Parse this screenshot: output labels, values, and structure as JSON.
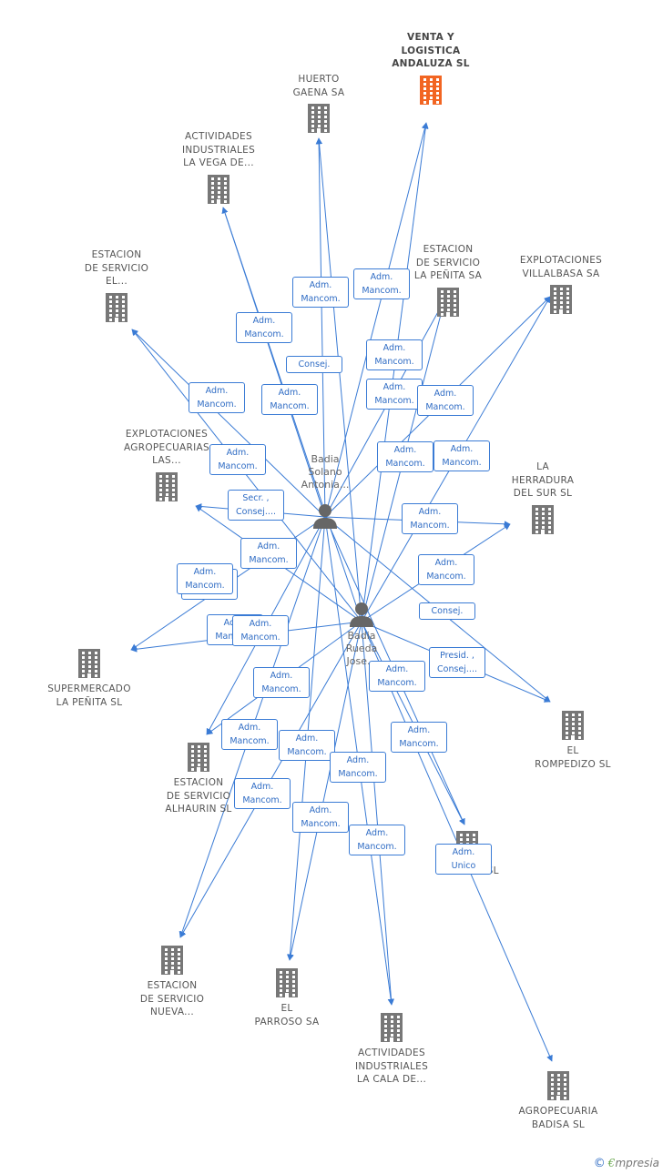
{
  "companies": [
    {
      "id": "venta",
      "label": "VENTA Y\nLOGISTICA\nANDALUZA  SL",
      "highlight": true,
      "color": "#f26522"
    },
    {
      "id": "huerto",
      "label": "HUERTO\nGAENA SA",
      "color": "#777777"
    },
    {
      "id": "actividades_vega",
      "label": "ACTIVIDADES\nINDUSTRIALES\nLA VEGA DE...",
      "color": "#777777"
    },
    {
      "id": "estacion_el",
      "label": "ESTACION\nDE SERVICIO\nEL...",
      "color": "#777777"
    },
    {
      "id": "estacion_penita",
      "label": "ESTACION\nDE SERVICIO\nLA PEÑITA SA",
      "color": "#777777"
    },
    {
      "id": "villalbasa",
      "label": "EXPLOTACIONES\nVILLALBASA SA",
      "color": "#777777"
    },
    {
      "id": "agro_las",
      "label": "EXPLOTACIONES\nAGROPECUARIAS\nLAS...",
      "color": "#777777"
    },
    {
      "id": "herradura",
      "label": "LA\nHERRADURA\nDEL SUR SL",
      "color": "#777777"
    },
    {
      "id": "supermercado",
      "label": "SUPERMERCADO\nLA PEÑITA SL",
      "color": "#777777"
    },
    {
      "id": "rompedizo",
      "label": "EL\nROMPEDIZO SL",
      "color": "#777777"
    },
    {
      "id": "alhaurin",
      "label": "ESTACION\nDE SERVICIO\nALHAURIN SL",
      "color": "#777777"
    },
    {
      "id": "ventilla",
      "label": "VENTILLA SL",
      "color": "#777777"
    },
    {
      "id": "nueva",
      "label": "ESTACION\nDE SERVICIO\nNUEVA...",
      "color": "#777777"
    },
    {
      "id": "parroso",
      "label": "EL\nPARROSO SA",
      "color": "#777777"
    },
    {
      "id": "cala",
      "label": "ACTIVIDADES\nINDUSTRIALES\nLA CALA DE...",
      "color": "#777777"
    },
    {
      "id": "badisa",
      "label": "AGROPECUARIA\nBADISA  SL",
      "color": "#777777"
    }
  ],
  "persons": [
    {
      "id": "p1",
      "label": "Badia\nSolano\nAntonia..."
    },
    {
      "id": "p2",
      "label": "Badia\nRueda\nJose..."
    }
  ],
  "edge_labels": [
    "Adm.\nMancom.",
    "Adm.\nMancom.",
    "Adm.\nMancom.",
    "Adm.\nMancom.",
    "Consej.",
    "Adm.\nMancom.",
    "Adm.\nMancom.",
    "Adm.\nMancom.",
    "Adm.\nMancom.",
    "Adm.\nMancom.",
    "Secr. ,\nConsej....",
    "Adm.\nMancom.",
    "Adm.\nMancom.",
    "Adm.\nMancom.",
    "Adm.\nMancom.",
    "Adm.\nMancom.",
    "Adm.\nMancom.",
    "Consej.",
    "Adm.\nMancom.",
    "Adm.\nMancom.",
    "Presid. ,\nConsej....",
    "Adm.\nMancom.",
    "Adm.\nMancom.",
    "Adm.\nMancom.",
    "Adm.\nMancom.",
    "Adm.\nMancom.",
    "Adm.\nMancom.",
    "Adm.\nMancom.",
    "Adm.\nMancom.",
    "Adm.\nMancom.",
    "Adm.\nUnico",
    "Adm.\nMancom."
  ],
  "footer": {
    "copyright": "©",
    "brand_first": "€",
    "brand_rest": "mpresia"
  },
  "colors": {
    "edge": "#3a7bd5",
    "building": "#777777",
    "building_highlight": "#f26522",
    "person": "#666666"
  }
}
